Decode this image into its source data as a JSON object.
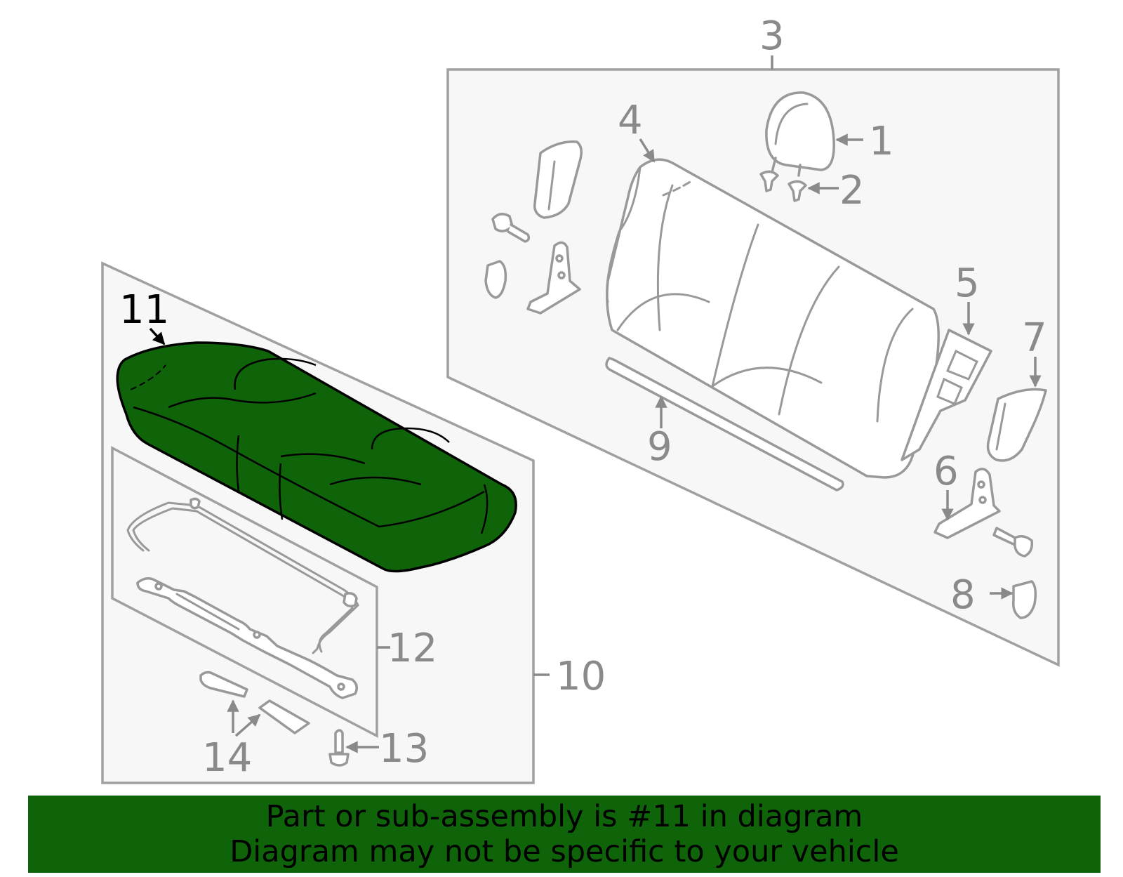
{
  "diagram": {
    "highlight_color": "#0f640a",
    "callouts": [
      {
        "id": "1",
        "label": "1"
      },
      {
        "id": "2",
        "label": "2"
      },
      {
        "id": "3",
        "label": "3"
      },
      {
        "id": "4",
        "label": "4"
      },
      {
        "id": "5",
        "label": "5"
      },
      {
        "id": "6",
        "label": "6"
      },
      {
        "id": "7",
        "label": "7"
      },
      {
        "id": "8",
        "label": "8"
      },
      {
        "id": "9",
        "label": "9"
      },
      {
        "id": "10",
        "label": "10"
      },
      {
        "id": "11",
        "label": "11",
        "highlighted": true
      },
      {
        "id": "12",
        "label": "12"
      },
      {
        "id": "13",
        "label": "13"
      },
      {
        "id": "14",
        "label": "14"
      }
    ]
  },
  "banner": {
    "background": "#0f640a",
    "line1": "Part or sub-assembly is #11 in diagram",
    "line2": "Diagram may not be specific to your vehicle"
  }
}
